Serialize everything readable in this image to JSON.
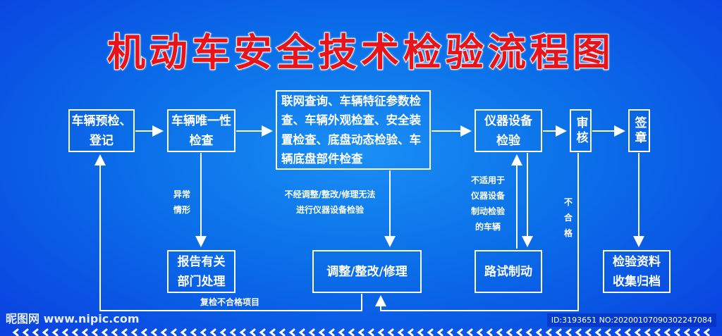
{
  "title": "机动车安全技术检验流程图",
  "boxes": {
    "precheck": "车辆预检、\n登记",
    "unique": "车辆唯一性\n检查",
    "features": "联网查询、车辆特征参数检查、车辆外观检查、安全装置检查、底盘动态检验、车辆底盘部件检查",
    "instrument": "仪器设备\n检验",
    "review": "审核",
    "sign": "签章",
    "report": "报告有关\n部门处理",
    "adjust": "调整/整改/修理",
    "road": "路试制动",
    "archive": "检验资料\n收集归档"
  },
  "labels": {
    "abnormal": "异常\n情形",
    "cannot": "不经调整/整改/修理无法\n进行仪器设备检验",
    "notapplicable": "不适用于\n仪器设备\n制动检验\n的车辆",
    "fail": "不\n合\n格",
    "recheck": "复检不合格项目"
  },
  "watermark": {
    "logo": "昵图网 www.nipic.com",
    "id": "ID:3193651 NO:20200107090302247084"
  },
  "colors": {
    "title": "#e8141c",
    "background": "#0a6ee8"
  }
}
